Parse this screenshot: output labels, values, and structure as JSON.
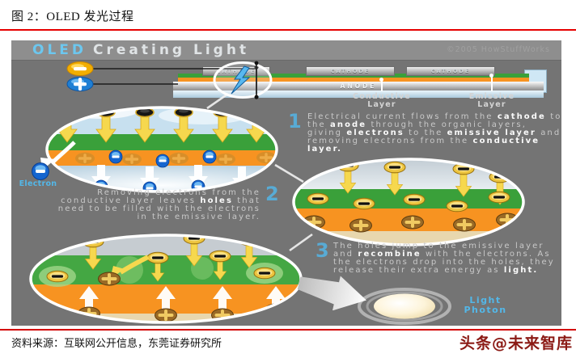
{
  "figure": {
    "title": "图 2：OLED 发光过程"
  },
  "infographic": {
    "header": {
      "brand": "OLED",
      "title": "Creating Light",
      "copyright": "©2005 HowStuffWorks"
    },
    "stack": {
      "cathodes": [
        "CATHODE",
        "CATHODE",
        "CATHODE"
      ],
      "anode": "ANODE",
      "conductive_label": "Conductive\nLayer",
      "emissive_label": "Emissive\nLayer"
    },
    "steps": [
      {
        "number": "1",
        "segments": [
          {
            "t": "Electrical current flows from the ",
            "b": false
          },
          {
            "t": "cathode",
            "b": true
          },
          {
            "t": " to the ",
            "b": false
          },
          {
            "t": "anode",
            "b": true
          },
          {
            "t": " through the organic layers, giving ",
            "b": false
          },
          {
            "t": "electrons",
            "b": true
          },
          {
            "t": " to the ",
            "b": false
          },
          {
            "t": "emissive layer",
            "b": true
          },
          {
            "t": " and removing electrons from the ",
            "b": false
          },
          {
            "t": "conductive layer.",
            "b": true
          }
        ]
      },
      {
        "number": "2",
        "segments": [
          {
            "t": "Removing electrons from the conductive layer leaves ",
            "b": false
          },
          {
            "t": "holes",
            "b": true
          },
          {
            "t": " that need to be filled with the electrons in the emissive layer.",
            "b": false
          }
        ]
      },
      {
        "number": "3",
        "segments": [
          {
            "t": "The holes jump to the emissive layer and ",
            "b": false
          },
          {
            "t": "recombine",
            "b": true
          },
          {
            "t": " with the electrons. As the electrons drop into the holes, they release their extra energy as ",
            "b": false
          },
          {
            "t": "light.",
            "b": true
          }
        ]
      }
    ],
    "annotations": {
      "electron": "Electron",
      "light_photon": "Light\nPhoton"
    },
    "colors": {
      "accent_red": "#e60000",
      "brand_blue": "#6cc7ef",
      "step_blue": "#58abd5",
      "emissive_green": "#3aa03a",
      "conductive_orange": "#f79321",
      "watermark_red": "#8b1a15"
    }
  },
  "source": {
    "text": "资料来源：互联网公开信息，东莞证券研究所"
  },
  "watermark": {
    "text": "头条@未来智库"
  }
}
